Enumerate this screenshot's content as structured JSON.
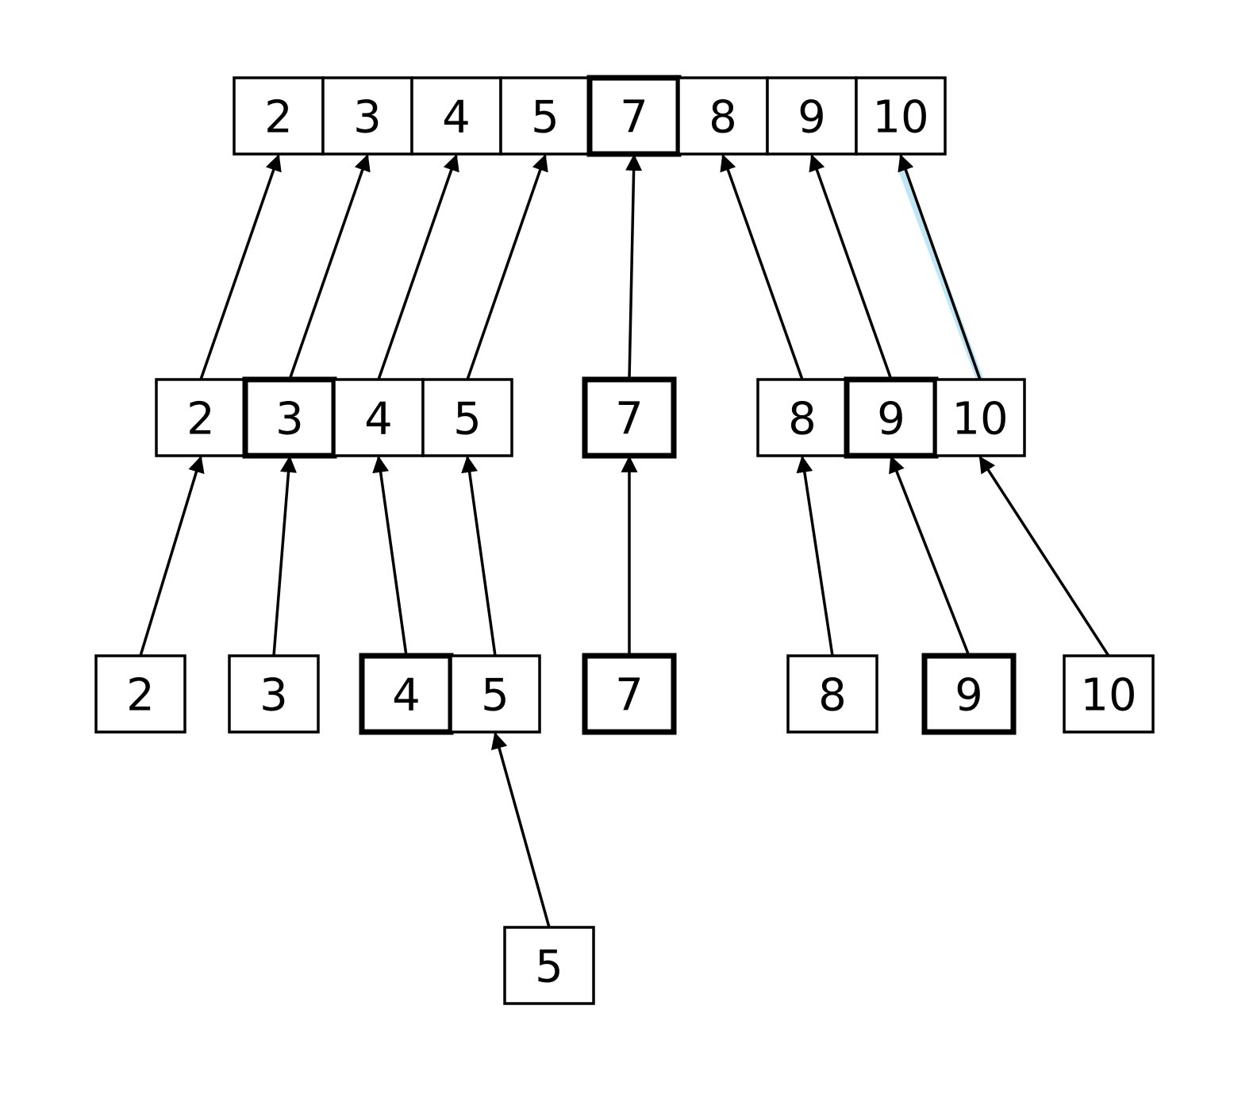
{
  "diagram": {
    "type": "merge-tree",
    "levels": [
      {
        "id": "level-0",
        "groups": [
          {
            "cells": [
              {
                "value": "2",
                "bold": false
              },
              {
                "value": "3",
                "bold": false
              },
              {
                "value": "4",
                "bold": false
              },
              {
                "value": "5",
                "bold": false
              },
              {
                "value": "7",
                "bold": true
              },
              {
                "value": "8",
                "bold": false
              },
              {
                "value": "9",
                "bold": false
              },
              {
                "value": "10",
                "bold": false
              }
            ]
          }
        ]
      },
      {
        "id": "level-1",
        "groups": [
          {
            "cells": [
              {
                "value": "2",
                "bold": false
              },
              {
                "value": "3",
                "bold": true
              },
              {
                "value": "4",
                "bold": false
              },
              {
                "value": "5",
                "bold": false
              }
            ]
          },
          {
            "cells": [
              {
                "value": "7",
                "bold": true
              }
            ]
          },
          {
            "cells": [
              {
                "value": "8",
                "bold": false
              },
              {
                "value": "9",
                "bold": true
              },
              {
                "value": "10",
                "bold": false
              }
            ]
          }
        ]
      },
      {
        "id": "level-2",
        "groups": [
          {
            "cells": [
              {
                "value": "2",
                "bold": false
              }
            ]
          },
          {
            "cells": [
              {
                "value": "3",
                "bold": false
              }
            ]
          },
          {
            "cells": [
              {
                "value": "4",
                "bold": true
              },
              {
                "value": "5",
                "bold": false
              }
            ]
          },
          {
            "cells": [
              {
                "value": "7",
                "bold": true
              }
            ]
          },
          {
            "cells": [
              {
                "value": "8",
                "bold": false
              }
            ]
          },
          {
            "cells": [
              {
                "value": "9",
                "bold": true
              }
            ]
          },
          {
            "cells": [
              {
                "value": "10",
                "bold": false
              }
            ]
          }
        ]
      },
      {
        "id": "level-3",
        "groups": [
          {
            "cells": [
              {
                "value": "5",
                "bold": false
              }
            ]
          }
        ]
      }
    ],
    "edges": [
      {
        "from": "1.0.0",
        "to": "0.0.0"
      },
      {
        "from": "1.0.1",
        "to": "0.0.1"
      },
      {
        "from": "1.0.2",
        "to": "0.0.2"
      },
      {
        "from": "1.0.3",
        "to": "0.0.3"
      },
      {
        "from": "1.1.0",
        "to": "0.0.4"
      },
      {
        "from": "1.2.0",
        "to": "0.0.5"
      },
      {
        "from": "1.2.1",
        "to": "0.0.6"
      },
      {
        "from": "1.2.2",
        "to": "0.0.7",
        "highlight": true
      },
      {
        "from": "2.0.0",
        "to": "1.0.0"
      },
      {
        "from": "2.1.0",
        "to": "1.0.1"
      },
      {
        "from": "2.2.0",
        "to": "1.0.2"
      },
      {
        "from": "2.2.1",
        "to": "1.0.3"
      },
      {
        "from": "2.3.0",
        "to": "1.1.0"
      },
      {
        "from": "2.4.0",
        "to": "1.2.0"
      },
      {
        "from": "2.5.0",
        "to": "1.2.1"
      },
      {
        "from": "2.6.0",
        "to": "1.2.2"
      },
      {
        "from": "3.0.0",
        "to": "2.2.1"
      }
    ],
    "colors": {
      "stroke": "#000000",
      "fill": "#ffffff",
      "highlight_glow": "#bfe6f5"
    }
  }
}
